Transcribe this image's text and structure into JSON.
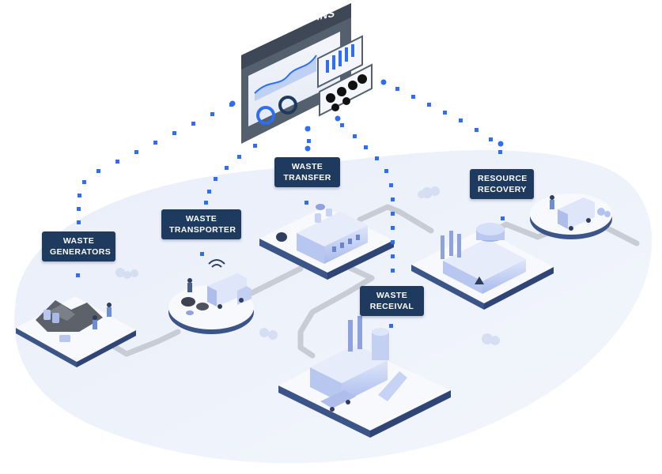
{
  "dashboard": {
    "title": "KPMG ORIGINS"
  },
  "nodes": [
    {
      "id": "generators",
      "line1": "WASTE",
      "line2": "GENERATORS"
    },
    {
      "id": "transporter",
      "line1": "WASTE",
      "line2": "TRANSPORTER"
    },
    {
      "id": "transfer",
      "line1": "WASTE",
      "line2": "TRANSFER"
    },
    {
      "id": "receival",
      "line1": "WASTE",
      "line2": "RECEIVAL"
    },
    {
      "id": "recovery",
      "line1": "RESOURCE",
      "line2": "RECOVERY"
    }
  ],
  "colors": {
    "background_blob": "#eef2fa",
    "platform_top": "#f7f9fd",
    "platform_side": "#3c5588",
    "label_bg": "#1f3a5f",
    "road": "#c9ccd3",
    "dots": "#2f6df2",
    "building": "#c8d4f3",
    "building_dark": "#6b86c8",
    "dashboard_frame": "#55606f"
  }
}
